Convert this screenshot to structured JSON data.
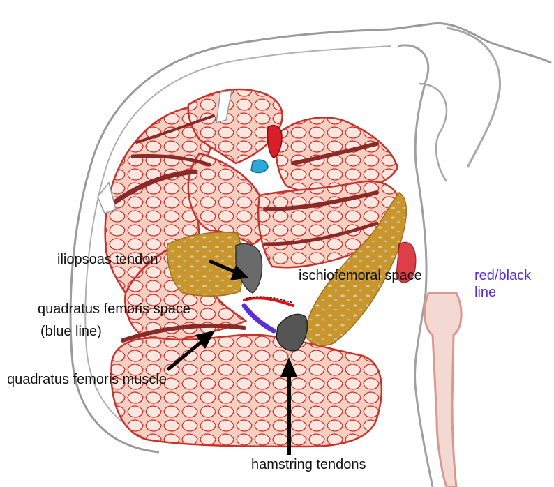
{
  "labels": {
    "iliopsoas_tendon": "iliopsoas tendon",
    "ischiofemoral_space": "ischiofemoral space",
    "red_black": "red/black",
    "line": "line",
    "quadratus_femoris_space": "quadratus femoris space",
    "blue_line": "(blue line)",
    "quadratus_femoris_muscle": "quadratus femoris muscle",
    "hamstring_tendons": "hamstring tendons"
  },
  "colors": {
    "muscle_fill": "#f2b8a8",
    "muscle_outline": "#c8322c",
    "muscle_band": "#8a2a28",
    "fat_tan": "#c9962c",
    "tendon_gray": "#555555",
    "blue_line": "#5a2fd6",
    "red_line": "#e01010",
    "artery_red": "#d81e2a",
    "vein_blue": "#2aa8d8",
    "skin_outline": "#9a9a9a",
    "bone_pink": "#e7b9ae",
    "label_purple": "#5a2fd6",
    "arrow_black": "#000000"
  }
}
